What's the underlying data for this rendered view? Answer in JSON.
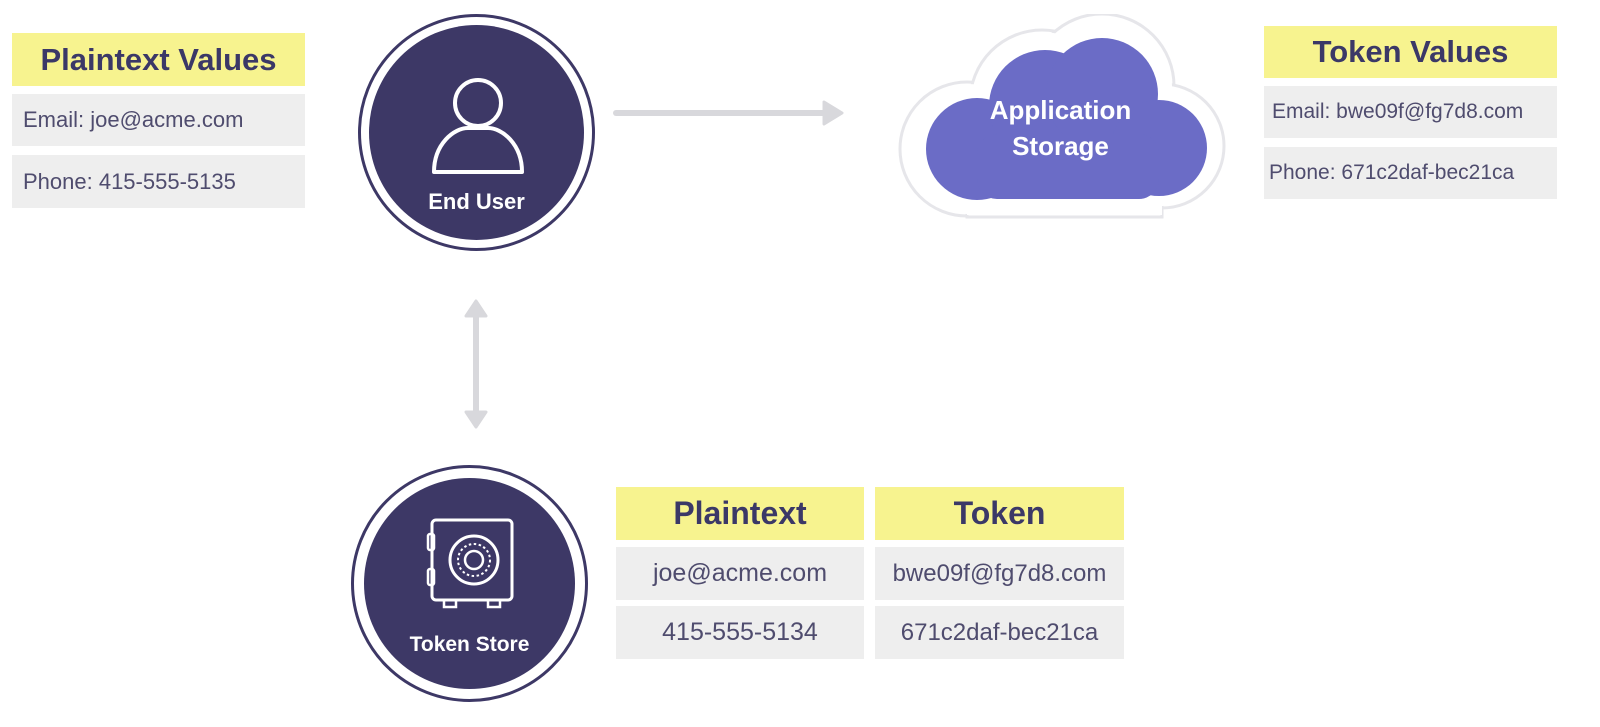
{
  "plaintext_values": {
    "title": "Plaintext Values",
    "email": "Email: joe@acme.com",
    "phone": "Phone: 415-555-5135"
  },
  "end_user": {
    "label": "End User",
    "icon": "user-icon"
  },
  "app_storage": {
    "line1": "Application",
    "line2": "Storage",
    "icon": "cloud-icon"
  },
  "token_values": {
    "title": "Token Values",
    "email": "Email: bwe09f@fg7d8.com",
    "phone": "Phone: 671c2daf-bec21ca"
  },
  "token_store": {
    "label": "Token Store",
    "icon": "safe-icon"
  },
  "mapping_table": {
    "headers": [
      "Plaintext",
      "Token"
    ],
    "rows": [
      [
        "joe@acme.com",
        "bwe09f@fg7d8.com"
      ],
      [
        "415-555-5134",
        "671c2daf-bec21ca"
      ]
    ]
  },
  "colors": {
    "header_bg": "#f7f38f",
    "cell_bg": "#eeeeee",
    "node_fill": "#3d3866",
    "cloud_fill": "#6b6cc6",
    "arrow": "#d8d8dc"
  }
}
